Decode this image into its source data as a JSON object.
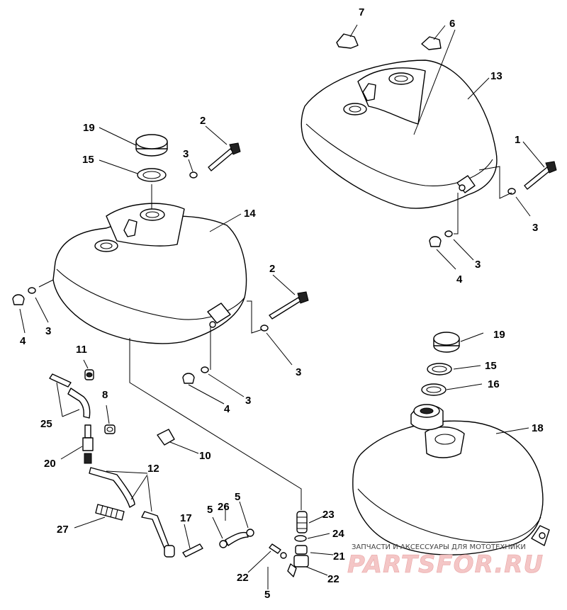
{
  "callouts": {
    "c1": "1",
    "c2a": "2",
    "c2b": "2",
    "c3a": "3",
    "c3b": "3",
    "c3c": "3",
    "c3d": "3",
    "c3e": "3",
    "c3f": "3",
    "c4a": "4",
    "c4b": "4",
    "c4c": "4",
    "c5a": "5",
    "c5b": "5",
    "c5c": "5",
    "c6": "6",
    "c7": "7",
    "c8": "8",
    "c10": "10",
    "c11": "11",
    "c12": "12",
    "c13": "13",
    "c14": "14",
    "c15a": "15",
    "c15b": "15",
    "c16": "16",
    "c17": "17",
    "c18": "18",
    "c19a": "19",
    "c19b": "19",
    "c20": "20",
    "c21": "21",
    "c22a": "22",
    "c22b": "22",
    "c23": "23",
    "c24": "24",
    "c25": "25",
    "c26": "26",
    "c27": "27"
  },
  "watermark": {
    "caption": "ЗАПЧАСТИ И АКСЕССУАРЫ ДЛЯ МОТОТЕХНИКИ",
    "logo": "PARTSFOR.RU"
  }
}
